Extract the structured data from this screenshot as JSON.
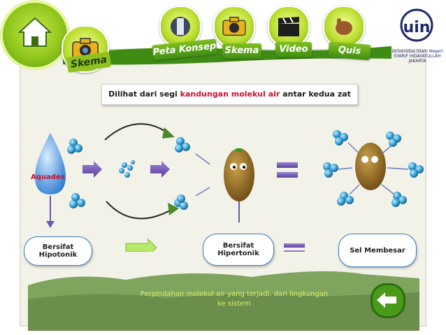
{
  "nav": {
    "title_tab": "Skema",
    "tabs": [
      {
        "label": "Peta Konsep"
      },
      {
        "label": "Skema"
      },
      {
        "label": "Video"
      },
      {
        "label": "Quis"
      }
    ]
  },
  "logo": {
    "name": "uin",
    "subtitle": "Universitas Islam Negeri SYARIF HIDAYATULLAH JAKARTA"
  },
  "content": {
    "subtitle_prefix": "Dilihat dari segi",
    "subtitle_highlight": "kandungan molekul air",
    "subtitle_suffix": "antar kedua zat",
    "aquades_label": "Aquades",
    "box_hypotonic": "Bersifat Hipotonik",
    "box_hypertonic": "Bersifat Hipertonik",
    "box_result": "Sel Membesar",
    "note": "Perpindahan molekul air yang terjadi, dari lingkungan ke sistem"
  },
  "colors": {
    "accent_green": "#2f7f1e",
    "highlight_red": "#c8102e",
    "molecule_blue": "#3aa6d8",
    "arrow_purple": "#7b5bb0",
    "box_border": "#3c7dbf",
    "note_text": "#d8ef6a"
  },
  "icons": [
    "home-icon",
    "camera-icon",
    "concept-map-icon",
    "video-clapper-icon",
    "quiz-hand-icon",
    "back-arrow-icon"
  ]
}
